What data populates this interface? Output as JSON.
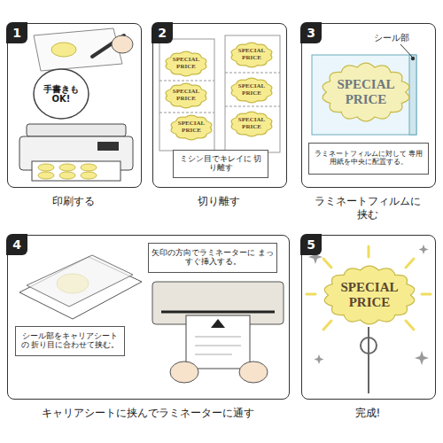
{
  "diagram": {
    "nodes": [
      {
        "text": [
          "1",
          "印刷する"
        ]
      },
      {
        "text": [
          "手書きも OK!"
        ],
        "in": 0
      },
      {
        "text": [
          "2",
          "切り離す"
        ]
      },
      {
        "text": [
          "SPECIAL PRICE"
        ],
        "in": 2
      },
      {
        "text": [
          "SPECIAL PRICE"
        ],
        "in": 2
      },
      {
        "text": [
          "SPECIAL PRICE"
        ],
        "in": 2
      },
      {
        "text": [
          "SPECIAL PRICE"
        ],
        "in": 2
      },
      {
        "text": [
          "SPECIAL PRICE"
        ],
        "in": 2
      },
      {
        "text": [
          "SPECIAL PRICE"
        ],
        "in": 2
      },
      {
        "text": [
          "ミシン目でキレイに 切り離す"
        ],
        "in": 2
      },
      {
        "text": [
          "3",
          "ラミネートフィルムに 挟む"
        ]
      },
      {
        "text": [
          "SPECIAL PRICE"
        ],
        "in": 10
      },
      {
        "text": [
          "ラミネートフィルムに対して 専用用紙を中央に配置する。"
        ],
        "in": 10
      },
      {
        "text": [
          "4",
          "キャリアシートに挟んでラミネーターに通す"
        ]
      },
      {
        "text": [
          "シール部をキャリアシートの 折り目に合わせて挟む。"
        ],
        "in": 13
      },
      {
        "text": [
          "矢印の方向でラミネーターに まっすぐ挿入する。"
        ],
        "in": 13
      },
      {
        "text": [
          "5",
          "完成!"
        ]
      },
      {
        "text": [
          "SPECIAL PRICE"
        ],
        "in": 16
      }
    ],
    "labels": [
      "シール部"
    ]
  }
}
